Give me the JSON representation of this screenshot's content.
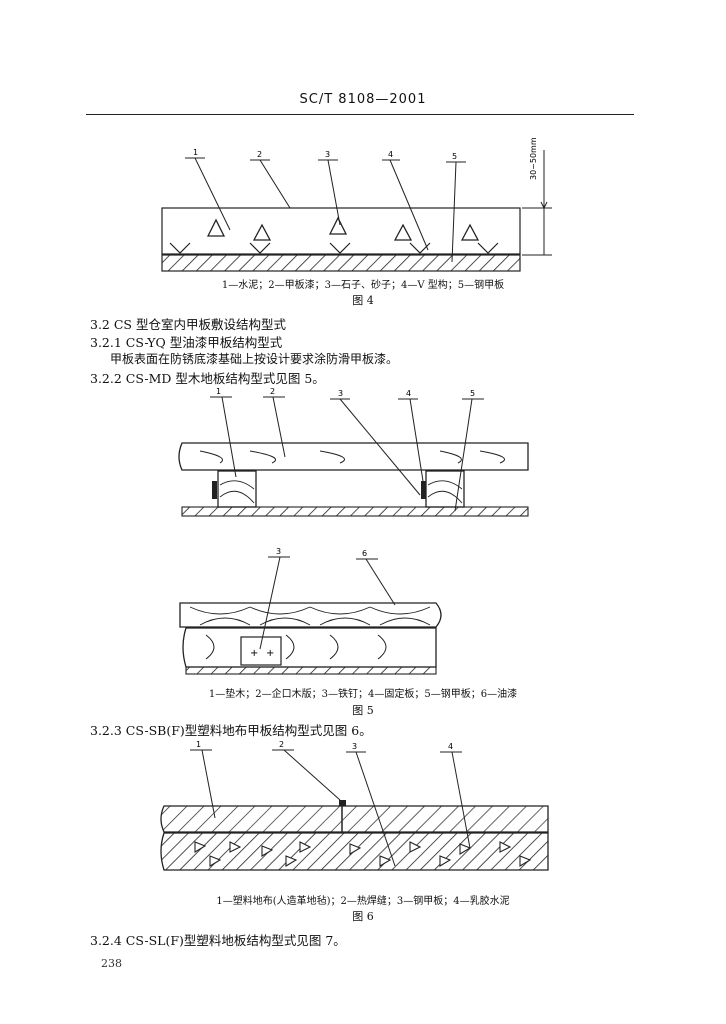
{
  "header": {
    "title": "SC/T 8108—2001"
  },
  "fig4": {
    "labels": [
      "1",
      "2",
      "3",
      "4",
      "5"
    ],
    "dimension": "30~50mm",
    "caption": "1—水泥；2—甲板漆；3—石子、砂子；4—V 型构；5—钢甲板",
    "title": "图 4"
  },
  "sec_3_2": {
    "heading": "3.2  CS 型仓室内甲板敷设结构型式"
  },
  "sec_3_2_1": {
    "heading": "3.2.1  CS-YQ 型油漆甲板结构型式",
    "body": "甲板表面在防锈底漆基础上按设计要求涂防滑甲板漆。"
  },
  "sec_3_2_2": {
    "heading": "3.2.2  CS-MD 型木地板结构型式见图 5。"
  },
  "fig5": {
    "labels_top": [
      "1",
      "2",
      "3",
      "4",
      "5"
    ],
    "labels_bottom": [
      "3",
      "6"
    ],
    "caption": "1—垫木；2—企口木版；3—铁钉；4—固定板；5—钢甲板；6—油漆",
    "title": "图 5"
  },
  "sec_3_2_3": {
    "heading": "3.2.3  CS-SB(F)型塑料地布甲板结构型式见图 6。"
  },
  "fig6": {
    "labels": [
      "1",
      "2",
      "3",
      "4"
    ],
    "caption": "1—塑料地布(人造革地毡)；2—热焊缝；3—钢甲板；4—乳胶水泥",
    "title": "图 6"
  },
  "sec_3_2_4": {
    "heading": "3.2.4  CS-SL(F)型塑料地板结构型式见图 7。"
  },
  "page_number": "238"
}
